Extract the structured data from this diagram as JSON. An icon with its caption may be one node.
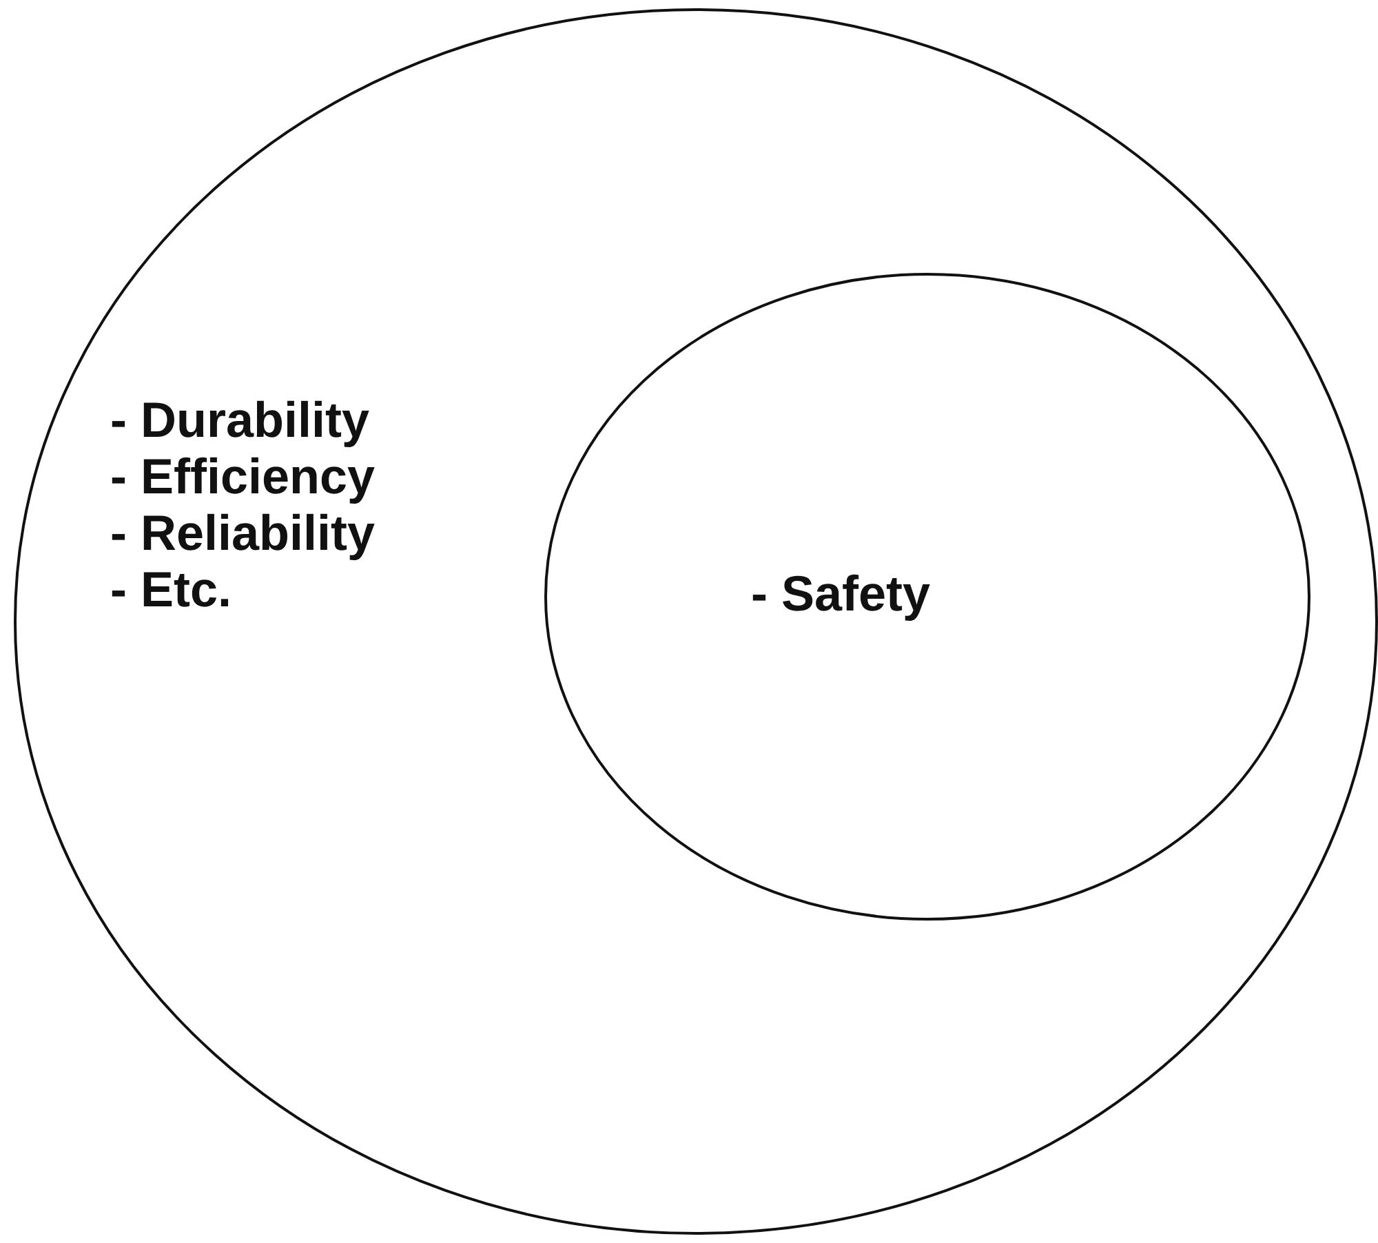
{
  "diagram": {
    "nodes": [
      {
        "text": [
          "- Durability",
          "- Efficiency",
          "- Reliability",
          "- Etc."
        ]
      },
      {
        "text": [
          "- Safety"
        ],
        "in": 0
      }
    ]
  }
}
